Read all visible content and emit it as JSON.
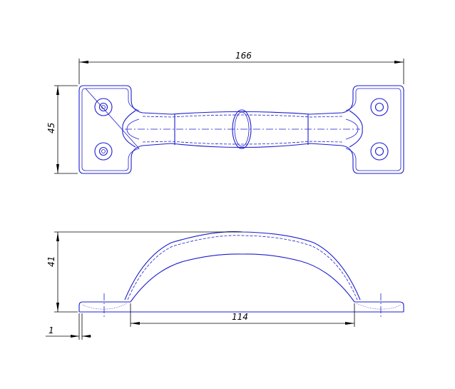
{
  "drawing": {
    "top_view": {
      "dim_length": "166",
      "dim_height": "45"
    },
    "side_view": {
      "dim_height": "41",
      "dim_hole_spacing": "114",
      "dim_thickness": "1"
    },
    "colors": {
      "part_outline": "#1d1dcf",
      "dimension_lines": "#000000",
      "background": "#ffffff"
    }
  }
}
